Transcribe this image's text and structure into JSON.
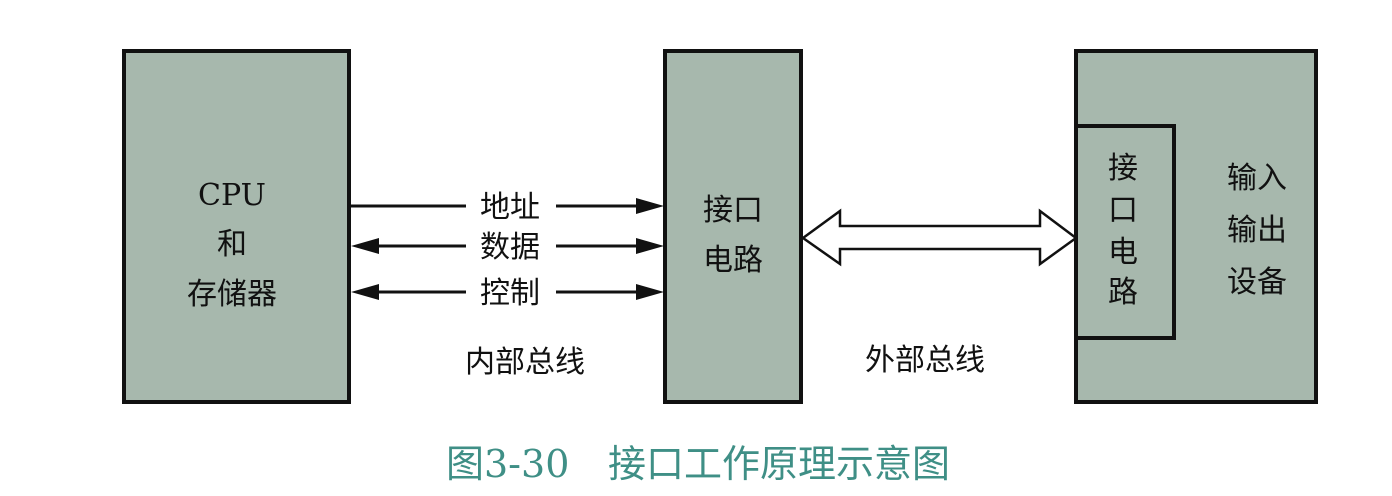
{
  "blocks": {
    "cpu": {
      "lines": [
        "CPU",
        "和",
        "存储器"
      ]
    },
    "interface": {
      "lines": [
        "接口",
        "电路"
      ]
    },
    "device": {
      "inner_lines": [
        "接",
        "口",
        "电",
        "路"
      ],
      "lines": [
        "输入",
        "输出",
        "设备"
      ]
    }
  },
  "internal_bus": {
    "signals": [
      "地址",
      "数据",
      "控制"
    ],
    "label": "内部总线"
  },
  "external_bus": {
    "label": "外部总线"
  },
  "caption": {
    "number": "图3-30",
    "title": "接口工作原理示意图"
  },
  "colors": {
    "block_fill": "#a7b8ad",
    "stroke": "#111111",
    "caption": "#3f8f86"
  }
}
